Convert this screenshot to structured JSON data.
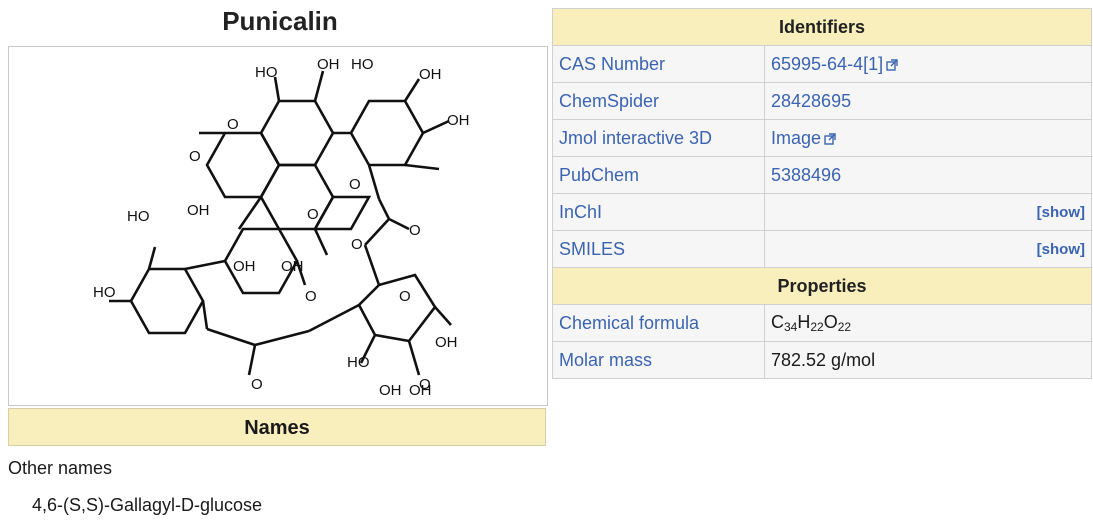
{
  "infobox": {
    "title": "Punicalin",
    "names": {
      "header": "Names",
      "other_names_label": "Other names",
      "other_names_value": "4,6-(S,S)-Gallagyl-D-glucose"
    },
    "identifiers": {
      "header": "Identifiers",
      "cas": {
        "label": "CAS Number",
        "value": "65995-64-4[1]"
      },
      "chemspider": {
        "label": "ChemSpider",
        "value": "28428695"
      },
      "jmol": {
        "label": "Jmol interactive 3D",
        "value": "Image"
      },
      "pubchem": {
        "label": "PubChem",
        "value": "5388496"
      },
      "inchi": {
        "label": "InChI",
        "toggle": "[show]"
      },
      "smiles": {
        "label": "SMILES",
        "toggle": "[show]"
      }
    },
    "properties": {
      "header": "Properties",
      "formula": {
        "label": "Chemical formula",
        "c": "C",
        "c_n": "34",
        "h": "H",
        "h_n": "22",
        "o": "O",
        "o_n": "22"
      },
      "molar_mass": {
        "label": "Molar mass",
        "value": "782.52 g/mol"
      }
    }
  },
  "structure_labels": [
    "HO",
    "OH",
    "HO",
    "OH",
    "OH",
    "O",
    "O",
    "O",
    "O",
    "O",
    "HO",
    "OH",
    "HO",
    "OH",
    "OH",
    "O",
    "O",
    "O",
    "O",
    "O",
    "HO",
    "OH",
    "OH",
    "OH"
  ],
  "colors": {
    "header_bg": "#f9efbd",
    "link": "#3b64b0"
  }
}
